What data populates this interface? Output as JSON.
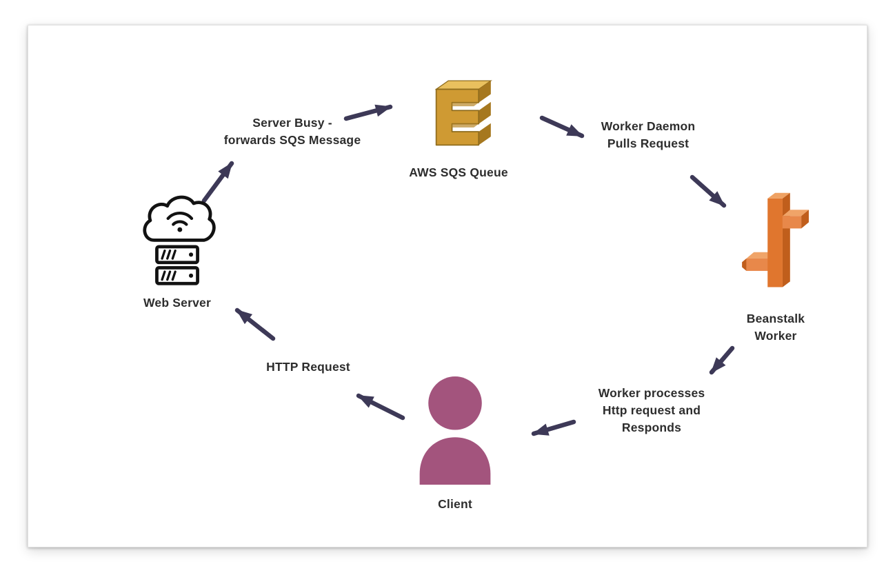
{
  "diagram": {
    "nodes": {
      "web_server": {
        "label": "Web Server",
        "icon": "web-server-icon"
      },
      "sqs_queue": {
        "label": "AWS SQS Queue",
        "icon": "aws-sqs-queue-icon"
      },
      "beanstalk_worker": {
        "label": "Beanstalk\nWorker",
        "icon": "beanstalk-worker-icon"
      },
      "client": {
        "label": "Client",
        "icon": "client-person-icon"
      }
    },
    "edges": {
      "server_busy": {
        "label": "Server Busy -\nforwards SQS Message",
        "from": "Web Server",
        "to": "AWS SQS Queue"
      },
      "worker_daemon": {
        "label": "Worker Daemon\nPulls Request",
        "from": "AWS SQS Queue",
        "to": "Beanstalk Worker"
      },
      "worker_processes": {
        "label": "Worker processes\nHttp request and\nResponds",
        "from": "Beanstalk Worker",
        "to": "Client"
      },
      "http_request": {
        "label": "HTTP Request",
        "from": "Client",
        "to": "Web Server"
      }
    },
    "colors": {
      "arrow": "#3d3957",
      "text": "#2d2d2d",
      "sqs_gold": "#cf9a33",
      "sqs_gold_light": "#e9c05e",
      "sqs_gold_dark": "#a6781f",
      "beanstalk_orange": "#e0762e",
      "beanstalk_orange_light": "#f0a468",
      "beanstalk_orange_dark": "#c05e1c",
      "client_plum": "#a3547d",
      "web_server_outline": "#121212"
    }
  }
}
